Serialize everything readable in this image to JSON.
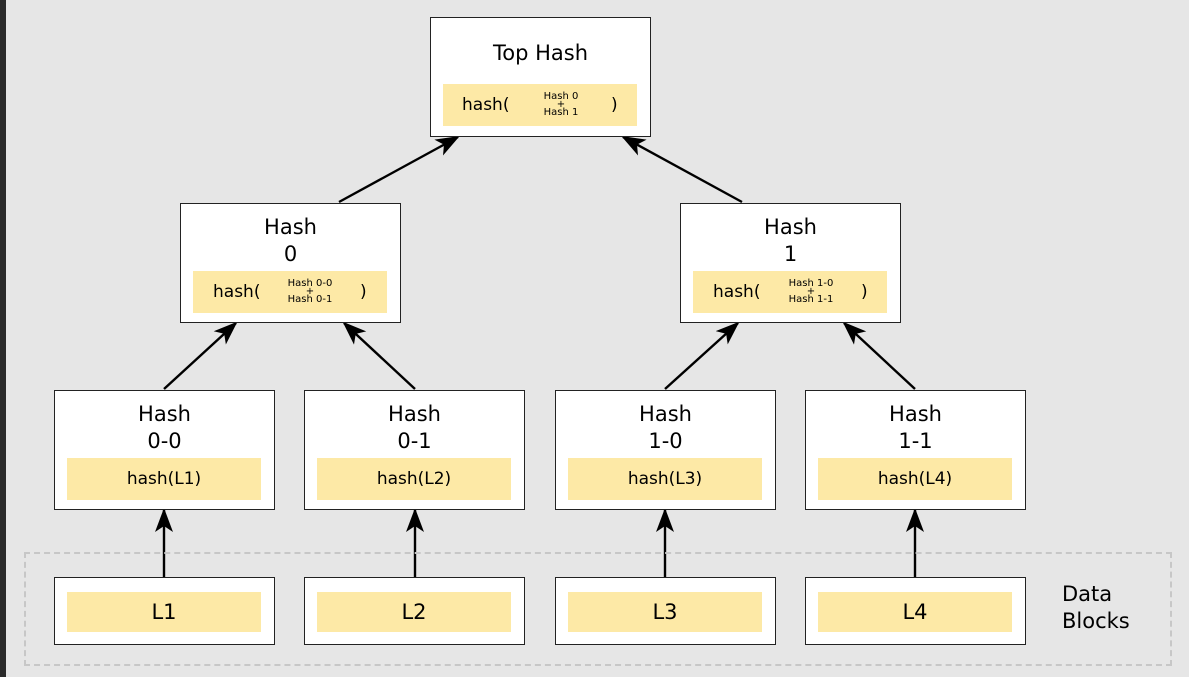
{
  "top": {
    "title": "Top Hash",
    "hash_prefix": "hash(",
    "hash_a": "Hash 0",
    "hash_plus": "+",
    "hash_b": "Hash 1",
    "hash_close": ")"
  },
  "mid": [
    {
      "title": "Hash\n0",
      "hash_prefix": "hash(",
      "hash_a": "Hash 0-0",
      "hash_plus": "+",
      "hash_b": "Hash 0-1",
      "hash_close": ")"
    },
    {
      "title": "Hash\n1",
      "hash_prefix": "hash(",
      "hash_a": "Hash 1-0",
      "hash_plus": "+",
      "hash_b": "Hash 1-1",
      "hash_close": ")"
    }
  ],
  "leaves": [
    {
      "title": "Hash\n0-0",
      "formula": "hash(L1)"
    },
    {
      "title": "Hash\n0-1",
      "formula": "hash(L2)"
    },
    {
      "title": "Hash\n1-0",
      "formula": "hash(L3)"
    },
    {
      "title": "Hash\n1-1",
      "formula": "hash(L4)"
    }
  ],
  "blocks": [
    "L1",
    "L2",
    "L3",
    "L4"
  ],
  "data_blocks_label": "Data\nBlocks"
}
